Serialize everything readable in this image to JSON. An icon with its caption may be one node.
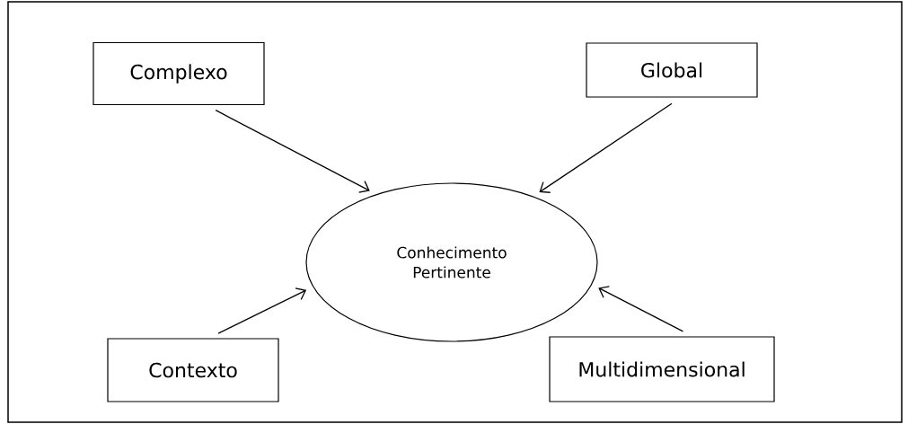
{
  "diagram": {
    "nodes": [
      {
        "text": [
          "Complexo"
        ]
      },
      {
        "text": [
          "Global"
        ]
      },
      {
        "text": [
          "Conhecimento Pertinente"
        ]
      },
      {
        "text": [
          "Contexto"
        ]
      },
      {
        "text": [
          "Multidimensional"
        ]
      }
    ],
    "edges": [
      {
        "from": 0,
        "to": 2,
        "arrow": "to"
      },
      {
        "from": 1,
        "to": 2,
        "arrow": "to"
      },
      {
        "from": 3,
        "to": 2,
        "arrow": "to"
      },
      {
        "from": 4,
        "to": 2,
        "arrow": "to"
      }
    ]
  }
}
